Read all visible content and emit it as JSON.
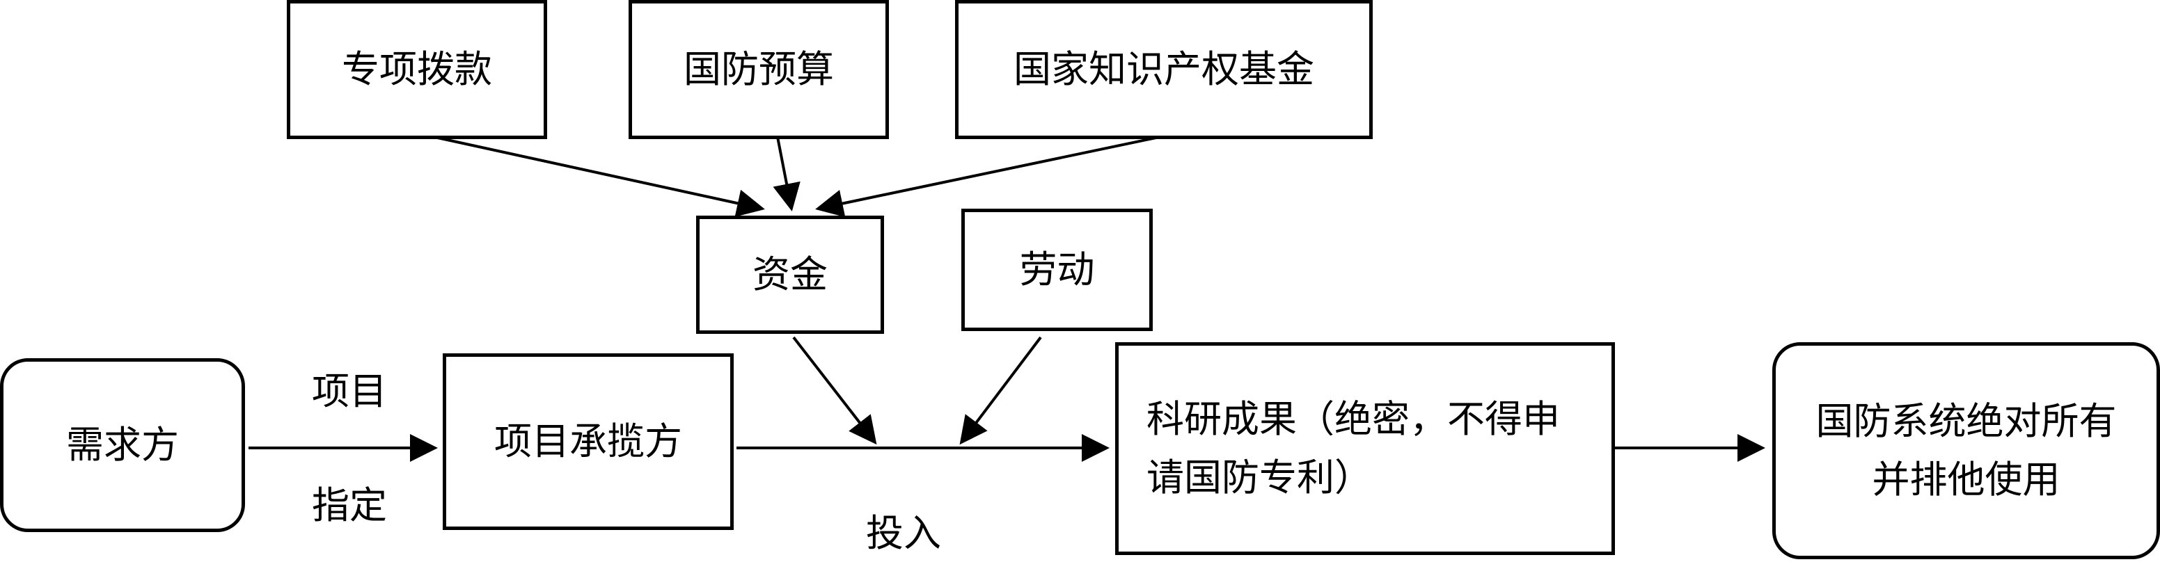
{
  "nodes": {
    "special_appropriation": "专项拨款",
    "defense_budget": "国防预算",
    "national_ip_fund": "国家知识产权基金",
    "funds": "资金",
    "labor": "劳动",
    "demand_party": "需求方",
    "project_contractor": "项目承揽方",
    "research_result": "科研成果（绝密，不得申请国防专利）",
    "defense_ownership": "国防系统绝对所有并排他使用"
  },
  "edge_labels": {
    "project": "项目",
    "designate": "指定",
    "input": "投入"
  }
}
